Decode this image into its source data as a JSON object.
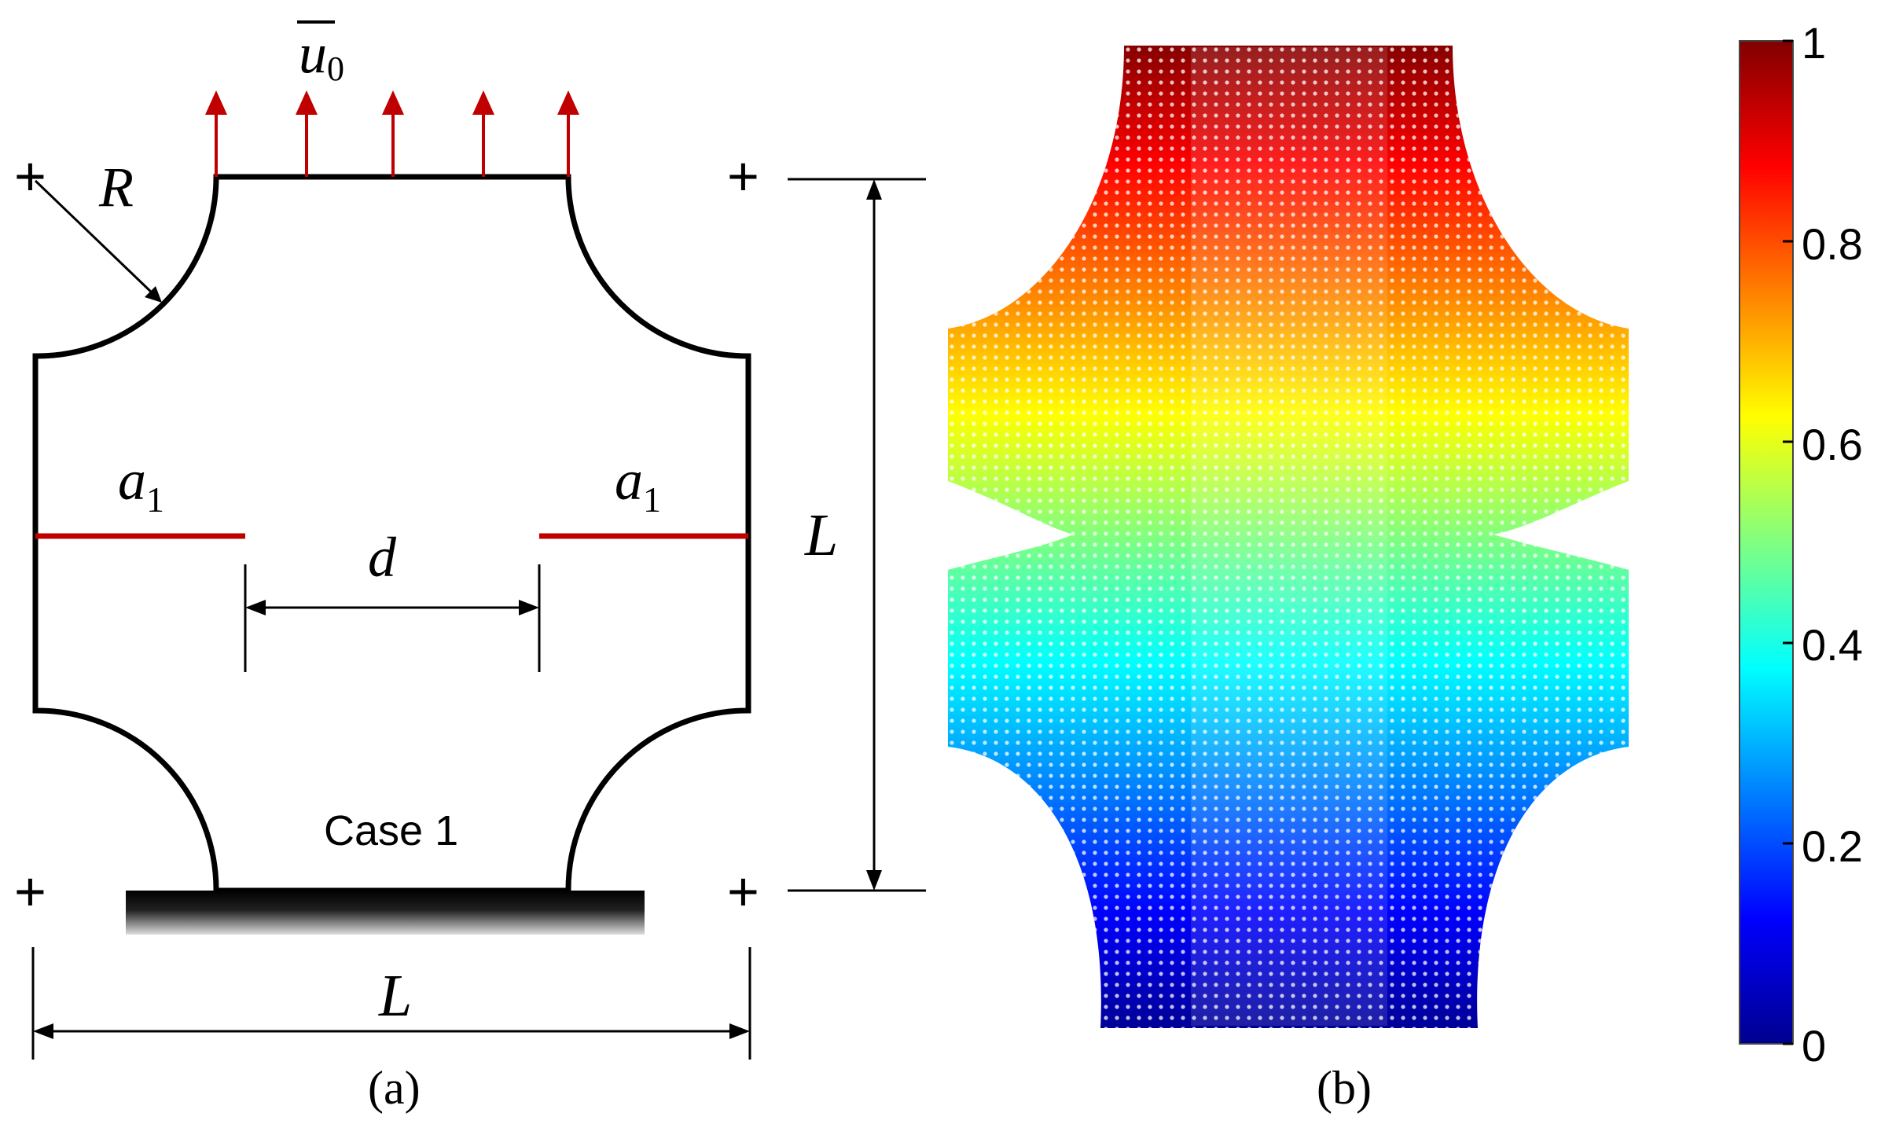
{
  "panel_a": {
    "load_label_base": "u",
    "load_label_sub": "0",
    "radius_label": "R",
    "crack_left_base": "a",
    "crack_left_sub": "1",
    "crack_right_base": "a",
    "crack_right_sub": "1",
    "gap_label": "d",
    "height_label": "L",
    "width_label": "L",
    "case_label": "Case 1",
    "marker": "+",
    "caption": "(a)",
    "colors": {
      "outline": "#000000",
      "crack": "#c00000",
      "arrow": "#c00000",
      "base": "#000000"
    }
  },
  "panel_b": {
    "caption": "(b)",
    "colorbar": {
      "colormap": "jet",
      "range": [
        0,
        1
      ],
      "tick_labels": [
        "1",
        "0.8",
        "0.6",
        "0.4",
        "0.2",
        "0"
      ]
    }
  }
}
